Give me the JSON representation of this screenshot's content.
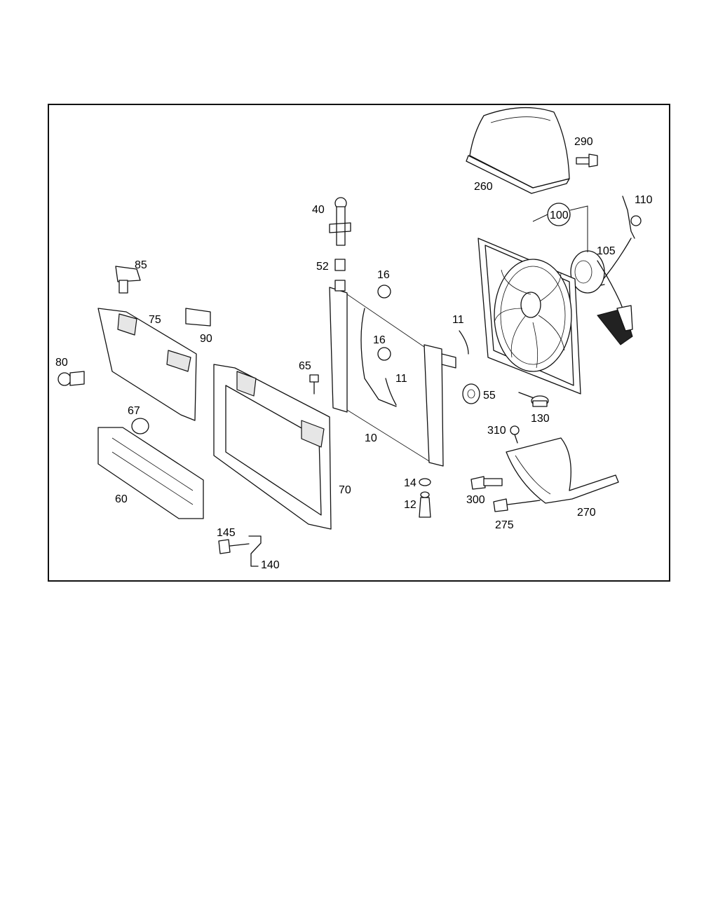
{
  "diagram": {
    "labels": {
      "l10": "10",
      "l11a": "11",
      "l11b": "11",
      "l12": "12",
      "l14": "14",
      "l16a": "16",
      "l16b": "16",
      "l40": "40",
      "l52": "52",
      "l55": "55",
      "l60": "60",
      "l65": "65",
      "l67": "67",
      "l70": "70",
      "l75": "75",
      "l80": "80",
      "l85": "85",
      "l90": "90",
      "l100": "100",
      "l105": "105",
      "l110": "110",
      "l130": "130",
      "l140": "140",
      "l145": "145",
      "l260": "260",
      "l270": "270",
      "l275": "275",
      "l290": "290",
      "l300": "300",
      "l310": "310"
    }
  }
}
